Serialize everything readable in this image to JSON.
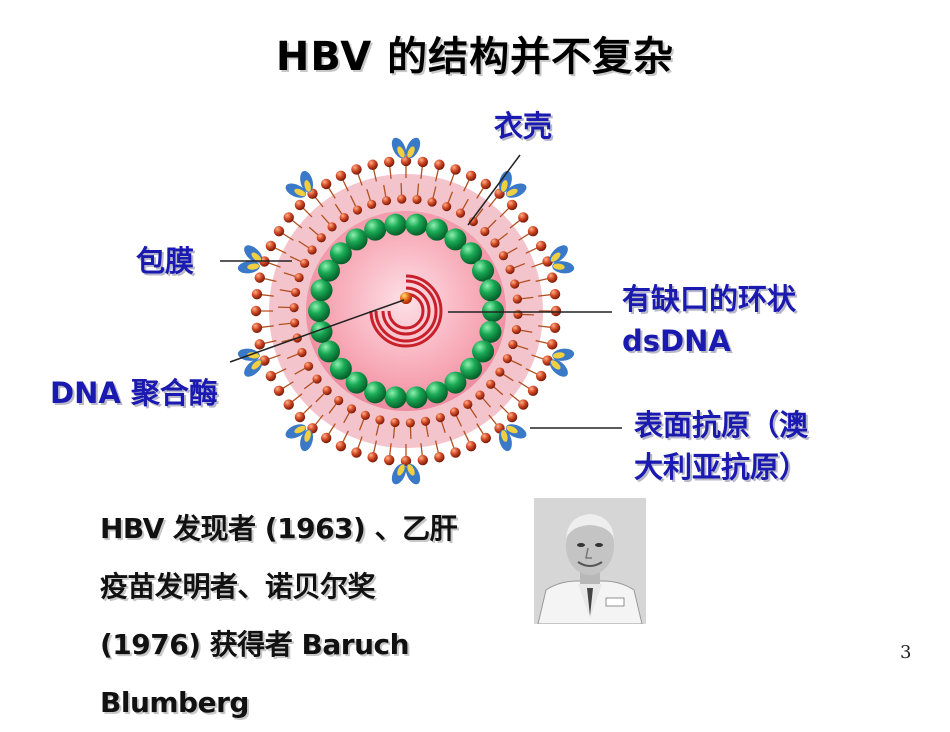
{
  "title": "HBV 的结构并不复杂",
  "labels": {
    "capsid": "衣壳",
    "envelope": "包膜",
    "dna_line1": "有缺口的环状",
    "dna_line2": "dsDNA",
    "polymerase": "DNA 聚合酶",
    "antigen_line1": "表面抗原（澳",
    "antigen_line2": "大利亚抗原）"
  },
  "bio": {
    "line1": "HBV 发现者 (1963) 、乙肝",
    "line2": "疫苗发明者、诺贝尔奖",
    "line3": "(1976) 获得者 Baruch",
    "line4": "Blumberg"
  },
  "page_number": "3",
  "colors": {
    "label_blue": "#1a1ab0",
    "capsid_green": "#119944",
    "core_pink": "#f7a6b4",
    "lipid_head": "#c83a22",
    "spike_blue": "#3a78c8"
  }
}
